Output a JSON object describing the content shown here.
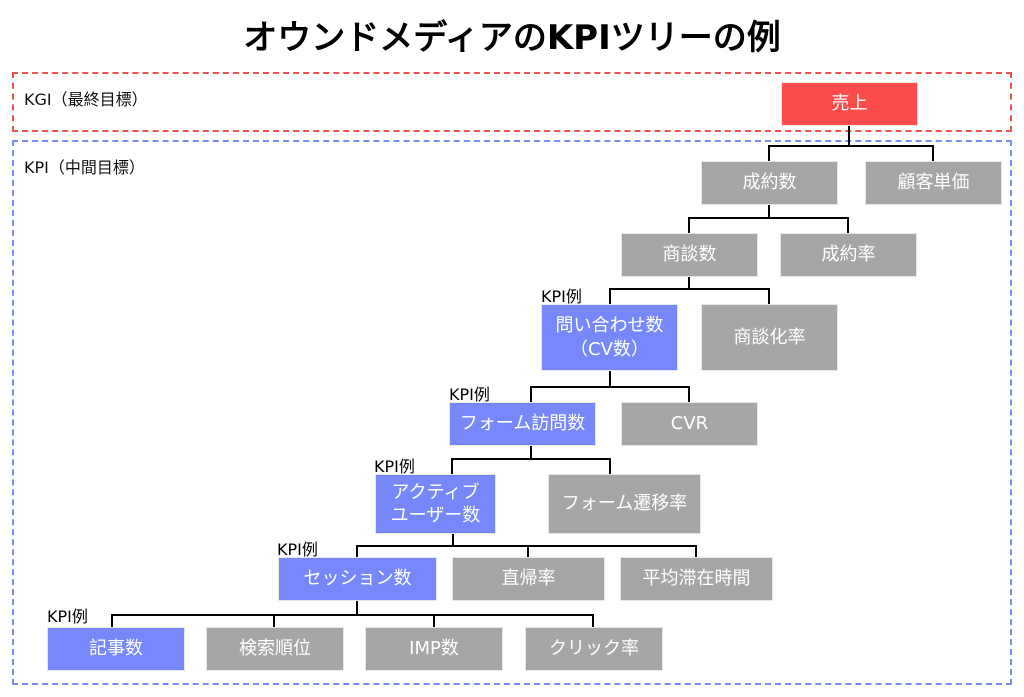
{
  "title": "オウンドメディアのKPIツリーの例",
  "zones": {
    "kgi_label": "KGI（最終目標）",
    "kpi_label": "KPI（中間目標）"
  },
  "kpi_example_label": "KPI例",
  "colors": {
    "kgi": "#fc4b4b",
    "kpi_example": "#7789fa",
    "other": "#a6a6a6",
    "kgi_border": "#f05050",
    "kpi_border": "#7a8cf5"
  },
  "nodes": {
    "sales": "売上",
    "contracts": "成約数",
    "unit_price": "顧客単価",
    "negotiations": "商談数",
    "contract_rate": "成約率",
    "inquiries": "問い合わせ数\n（CV数）",
    "negotiation_rate": "商談化率",
    "form_visits": "フォーム訪問数",
    "cvr": "CVR",
    "active_users": "アクティブ\nユーザー数",
    "form_transition_rate": "フォーム遷移率",
    "sessions": "セッション数",
    "bounce_rate": "直帰率",
    "avg_time": "平均滞在時間",
    "articles": "記事数",
    "search_rank": "検索順位",
    "impressions": "IMP数",
    "ctr": "クリック率"
  }
}
